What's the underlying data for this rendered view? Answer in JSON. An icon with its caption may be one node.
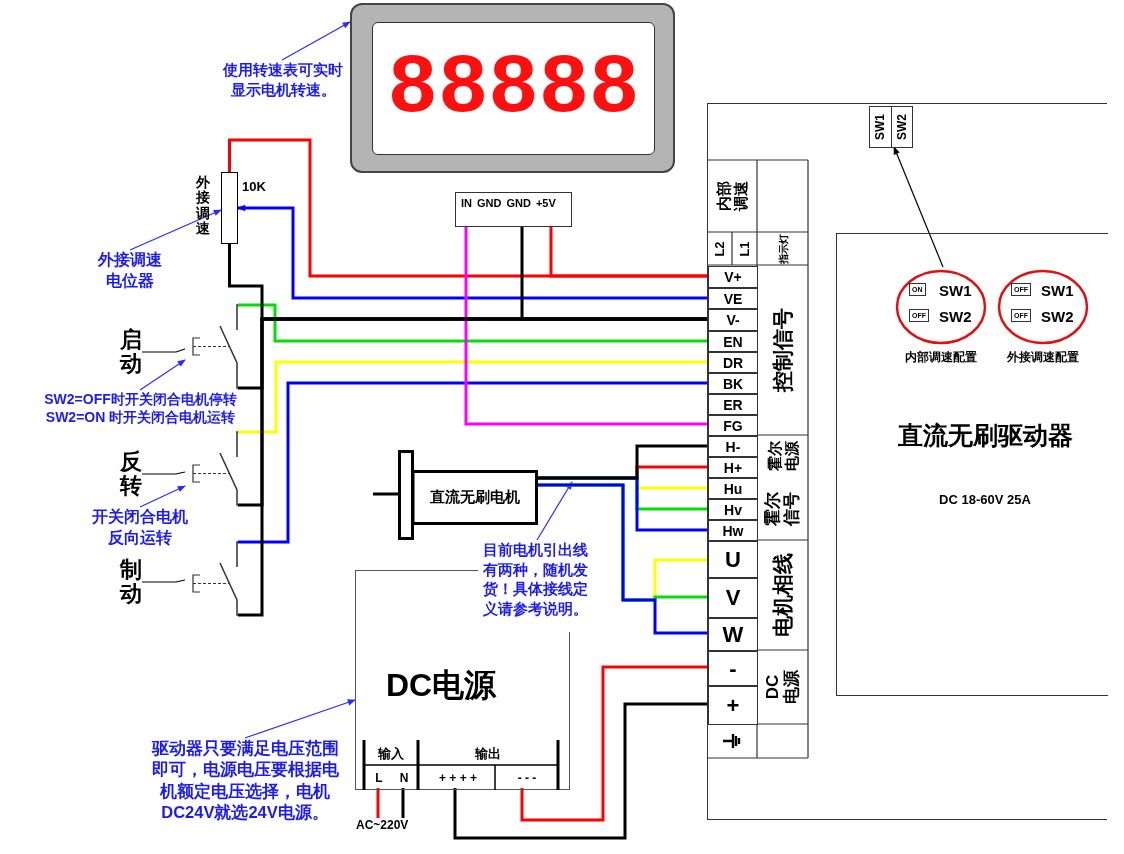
{
  "diagram": {
    "nodes": [
      {
        "text": [
          "88888"
        ]
      },
      {
        "text": [
          "使用转速表可实时显示电机转速。"
        ]
      },
      {
        "text": [],
        "shape": "box",
        "beside": [
          "外接调速",
          "10K"
        ]
      },
      {
        "text": [
          "外接调速电位器"
        ]
      },
      {
        "text": [
          "启动"
        ]
      },
      {
        "text": [],
        "shape": "switch"
      },
      {
        "text": [
          "SW2=OFF时开关闭合电机停转",
          "SW2=ON 时开关闭合电机运转"
        ]
      },
      {
        "text": [
          "反转"
        ]
      },
      {
        "text": [],
        "shape": "switch"
      },
      {
        "text": [
          "开关闭合电机反向运转"
        ]
      },
      {
        "text": [
          "制动"
        ]
      },
      {
        "text": [],
        "shape": "switch"
      },
      {
        "text": [
          "IN",
          "GND",
          "GND",
          "+5V"
        ]
      },
      {
        "text": [],
        "shape": "box"
      },
      {
        "text": [
          "V+"
        ],
        "in": 13
      },
      {
        "text": [
          "VE"
        ],
        "in": 13
      },
      {
        "text": [
          "V-"
        ],
        "in": 13
      },
      {
        "text": [
          "EN"
        ],
        "in": 13
      },
      {
        "text": [
          "DR"
        ],
        "in": 13
      },
      {
        "text": [
          "BK"
        ],
        "in": 13
      },
      {
        "text": [
          "ER"
        ],
        "in": 13
      },
      {
        "text": [
          "FG"
        ],
        "in": 13
      },
      {
        "text": [
          "H-"
        ],
        "in": 13
      },
      {
        "text": [
          "H+"
        ],
        "in": 13
      },
      {
        "text": [
          "Hu"
        ],
        "in": 13
      },
      {
        "text": [
          "Hv"
        ],
        "in": 13
      },
      {
        "text": [
          "Hw"
        ],
        "in": 13
      },
      {
        "text": [
          "U"
        ],
        "in": 13
      },
      {
        "text": [
          "V"
        ],
        "in": 13
      },
      {
        "text": [
          "W"
        ],
        "in": 13
      },
      {
        "text": [
          "-"
        ],
        "in": 13
      },
      {
        "text": [
          "+"
        ],
        "in": 13
      },
      {
        "text": [
          "SW1",
          "SW2"
        ],
        "in": 13
      },
      {
        "text": [
          "直流无刷驱动器",
          "DC 18-60V 25A"
        ],
        "in": 13
      },
      {
        "text": [
          "ON",
          "SW1",
          "OFF",
          "SW2"
        ],
        "beside": [
          "内部调速配置"
        ],
        "in": 33
      },
      {
        "text": [
          "OFF",
          "SW1",
          "OFF",
          "SW2"
        ],
        "beside": [
          "外接调速配置"
        ],
        "in": 33
      },
      {
        "text": [
          "直流无刷电机"
        ]
      },
      {
        "text": [
          "目前电机引出线有两种，随机发货！具体接线定义请参考说明。"
        ]
      },
      {
        "text": [
          "DC电源"
        ]
      },
      {
        "text": [
          "L"
        ],
        "in": 38
      },
      {
        "text": [
          "N"
        ],
        "in": 38
      },
      {
        "text": [
          "+ + + +"
        ],
        "in": 38
      },
      {
        "text": [
          "- - -"
        ],
        "in": 38
      },
      {
        "text": [
          "驱动器只要满足电压范围即可，电源电压要根据电机额定电压选择，电机DC24V就选24V电源。"
        ]
      },
      {
        "text": [
          "AC~220V"
        ]
      }
    ],
    "edges": [
      {
        "from": 1,
        "to": 0,
        "arrow": "to",
        "color": "#2a2aff"
      },
      {
        "from": 3,
        "to": 2,
        "arrow": "to",
        "color": "#2a2aff"
      },
      {
        "from": 6,
        "to": 5,
        "arrow": "to",
        "color": "#2a2aff"
      },
      {
        "from": 9,
        "to": 8,
        "arrow": "to",
        "color": "#2a2aff"
      },
      {
        "from": 37,
        "to": null,
        "arrow": "to",
        "color": "#2a2aff"
      },
      {
        "from": 43,
        "to": 38,
        "arrow": "to",
        "color": "#2a2aff"
      },
      {
        "from": 34,
        "to": 32,
        "arrow": "to"
      },
      {
        "from": 4,
        "to": 5,
        "arrow": "none"
      },
      {
        "from": 7,
        "to": 8,
        "arrow": "none"
      },
      {
        "from": 10,
        "to": 11,
        "arrow": "none"
      },
      {
        "from": 2,
        "to": 14,
        "arrow": "none",
        "color": "#ff0000"
      },
      {
        "from": 12,
        "to": 14,
        "arrow": "none",
        "color": "#ff0000"
      },
      {
        "from": 15,
        "to": 2,
        "arrow": "to",
        "color": "#0000ff"
      },
      {
        "from": 2,
        "to": 16,
        "arrow": "none"
      },
      {
        "from": 12,
        "to": 16,
        "arrow": "none"
      },
      {
        "from": 5,
        "to": 17,
        "arrow": "none",
        "color": "#00e000"
      },
      {
        "from": 5,
        "to": 16,
        "arrow": "none"
      },
      {
        "from": 8,
        "to": 18,
        "arrow": "none",
        "color": "#ffff00"
      },
      {
        "from": 8,
        "to": 16,
        "arrow": "none"
      },
      {
        "from": 11,
        "to": 19,
        "arrow": "none",
        "color": "#0000ff"
      },
      {
        "from": 11,
        "to": 16,
        "arrow": "none"
      },
      {
        "from": 12,
        "to": 21,
        "arrow": "none",
        "color": "#ff00ff"
      },
      {
        "from": 36,
        "to": 22,
        "arrow": "none"
      },
      {
        "from": 36,
        "to": 23,
        "arrow": "none",
        "color": "#ff0000"
      },
      {
        "from": 36,
        "to": 24,
        "arrow": "none",
        "color": "#ffff00"
      },
      {
        "from": 36,
        "to": 25,
        "arrow": "none",
        "color": "#00e000"
      },
      {
        "from": 36,
        "to": 26,
        "arrow": "none",
        "color": "#0000ff"
      },
      {
        "from": 36,
        "to": 27,
        "arrow": "none",
        "color": "#ffff00"
      },
      {
        "from": 36,
        "to": 28,
        "arrow": "none",
        "color": "#00e000"
      },
      {
        "from": 36,
        "to": 29,
        "arrow": "none",
        "color": "#0000ff"
      },
      {
        "from": 42,
        "to": 30,
        "arrow": "none",
        "color": "#ff0000"
      },
      {
        "from": 41,
        "to": 31,
        "arrow": "none"
      },
      {
        "from": 39,
        "to": 44,
        "arrow": "none",
        "color": "#ff0000"
      },
      {
        "from": 40,
        "to": 44,
        "arrow": "none"
      }
    ],
    "labels": [
      "内部调速",
      "L2",
      "L1",
      "指示灯",
      "控制信号",
      "霍尔电源",
      "霍尔信号",
      "电机相线",
      "DC电源",
      "输入",
      "输出"
    ]
  }
}
